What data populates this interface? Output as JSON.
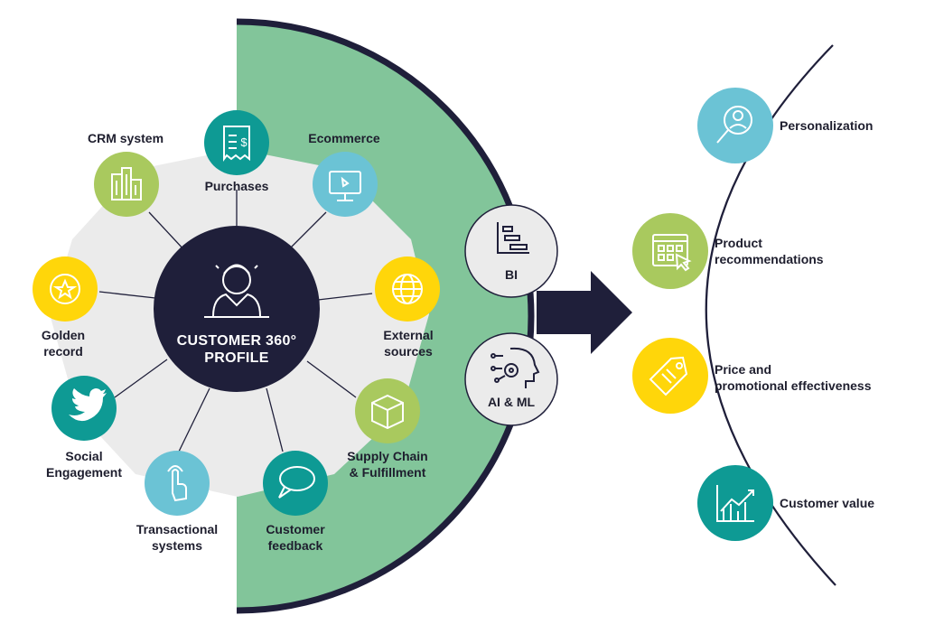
{
  "center": {
    "line1": "CUSTOMER 360°",
    "line2": "PROFILE"
  },
  "sources": [
    {
      "line1": "Purchases",
      "line2": "",
      "color": "#0e9a94",
      "icon": "receipt-icon"
    },
    {
      "line1": "Ecommerce",
      "line2": "",
      "color": "#6bc3d5",
      "icon": "monitor-icon"
    },
    {
      "line1": "External",
      "line2": "sources",
      "color": "#ffd60a",
      "icon": "globe-icon"
    },
    {
      "line1": "Supply Chain",
      "line2": "& Fulfillment",
      "color": "#a9c95e",
      "icon": "box-icon"
    },
    {
      "line1": "Customer",
      "line2": "feedback",
      "color": "#0e9a94",
      "icon": "speech-bubble-icon"
    },
    {
      "line1": "Transactional",
      "line2": "systems",
      "color": "#6bc3d5",
      "icon": "touch-hand-icon"
    },
    {
      "line1": "Social",
      "line2": "Engagement",
      "color": "#0e9a94",
      "icon": "bird-icon"
    },
    {
      "line1": "Golden",
      "line2": "record",
      "color": "#ffd60a",
      "icon": "star-medal-icon"
    },
    {
      "line1": "CRM system",
      "line2": "",
      "color": "#a9c95e",
      "icon": "building-icon"
    }
  ],
  "analytics": [
    {
      "label": "BI",
      "icon": "gantt-chart-icon"
    },
    {
      "label": "AI & ML",
      "icon": "gear-head-icon"
    }
  ],
  "outcomes": [
    {
      "line1": "Personalization",
      "line2": "",
      "color": "#6bc3d5",
      "icon": "people-magnifier-icon"
    },
    {
      "line1": "Product",
      "line2": "recommendations",
      "color": "#a9c95e",
      "icon": "grid-cursor-icon"
    },
    {
      "line1": "Price and",
      "line2": "promotional effectiveness",
      "color": "#ffd60a",
      "icon": "price-tag-icon"
    },
    {
      "line1": "Customer value",
      "line2": "",
      "color": "#0e9a94",
      "icon": "growth-chart-icon"
    }
  ],
  "colors": {
    "navy": "#1f1f3a",
    "green_band": "#82c59a",
    "octagon": "#ebebeb",
    "teal": "#0e9a94",
    "light_blue": "#6bc3d5",
    "yellow": "#ffd60a",
    "lime": "#a9c95e"
  }
}
